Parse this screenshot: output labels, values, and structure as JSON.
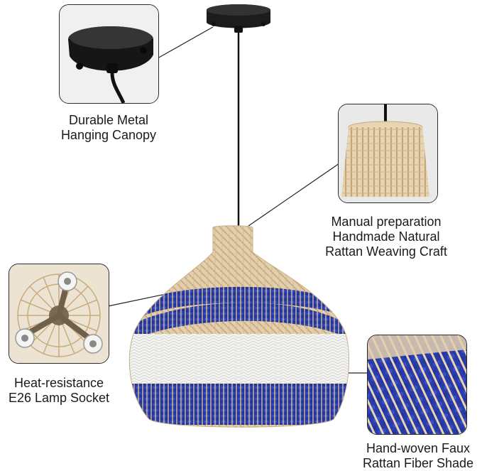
{
  "callouts": {
    "canopy": {
      "line1": "Durable Metal",
      "line2": "Hanging Canopy",
      "icon": "metal-canopy-icon"
    },
    "weaving": {
      "line1": "Manual preparation",
      "line2": "Handmade Natural",
      "line3": "Rattan Weaving Craft",
      "icon": "rattan-top-icon"
    },
    "socket": {
      "line1": "Heat-resistance",
      "line2": "E26 Lamp Socket",
      "icon": "lamp-socket-icon"
    },
    "fiber": {
      "line1": "Hand-woven Faux",
      "line2": "Rattan Fiber Shade",
      "icon": "woven-fiber-icon"
    }
  },
  "colors": {
    "rattan": "#d9c3a0",
    "rattan_dark": "#b99e74",
    "blue": "#2b3c9e",
    "white_band": "#f4f4f2",
    "canopy_black": "#1c1c1c",
    "leader_line": "#222222"
  }
}
